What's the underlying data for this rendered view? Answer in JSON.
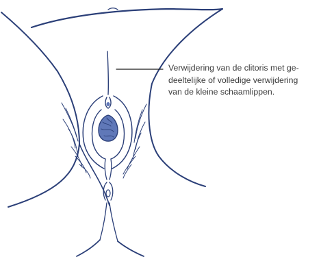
{
  "annotation": {
    "lines": [
      "Verwijdering van de clitoris met ge-",
      "deeltelijke of volledige verwijdering",
      "van de kleine schaamlippen."
    ]
  },
  "colors": {
    "outline": "#2b3f78",
    "fill": "#6078b8",
    "leader": "#1a1a1a",
    "text": "#3a3a3a"
  }
}
